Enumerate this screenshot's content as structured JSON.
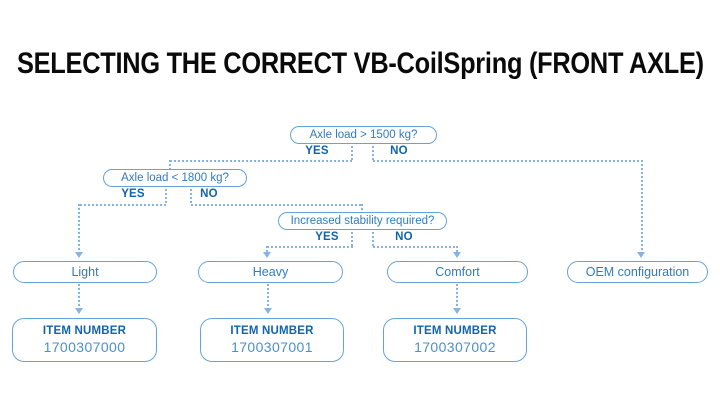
{
  "page": {
    "title": "SELECTING THE CORRECT VB-CoilSpring (FRONT AXLE)"
  },
  "colors": {
    "title_text": "#0a0a0a",
    "label_bold_blue": "#1064ae",
    "box_text_blue": "#2e7cc0",
    "box_border_blue": "#66a3d6",
    "dash_line_blue": "#85b4e0",
    "item_number_blue": "#4a90cb",
    "background": "#ffffff"
  },
  "flowchart": {
    "decisions": [
      {
        "question": "Axle load > 1500 kg?",
        "yes_label": "YES",
        "no_label": "NO"
      },
      {
        "question": "Axle load < 1800 kg?",
        "yes_label": "YES",
        "no_label": "NO"
      },
      {
        "question": "Increased stability required?",
        "yes_label": "YES",
        "no_label": "NO"
      }
    ],
    "results": [
      {
        "label": "Light",
        "item_number_label": "ITEM NUMBER",
        "item_number": "1700307000"
      },
      {
        "label": "Heavy",
        "item_number_label": "ITEM NUMBER",
        "item_number": "1700307001"
      },
      {
        "label": "Comfort",
        "item_number_label": "ITEM NUMBER",
        "item_number": "1700307002"
      },
      {
        "label": "OEM configuration"
      }
    ]
  }
}
